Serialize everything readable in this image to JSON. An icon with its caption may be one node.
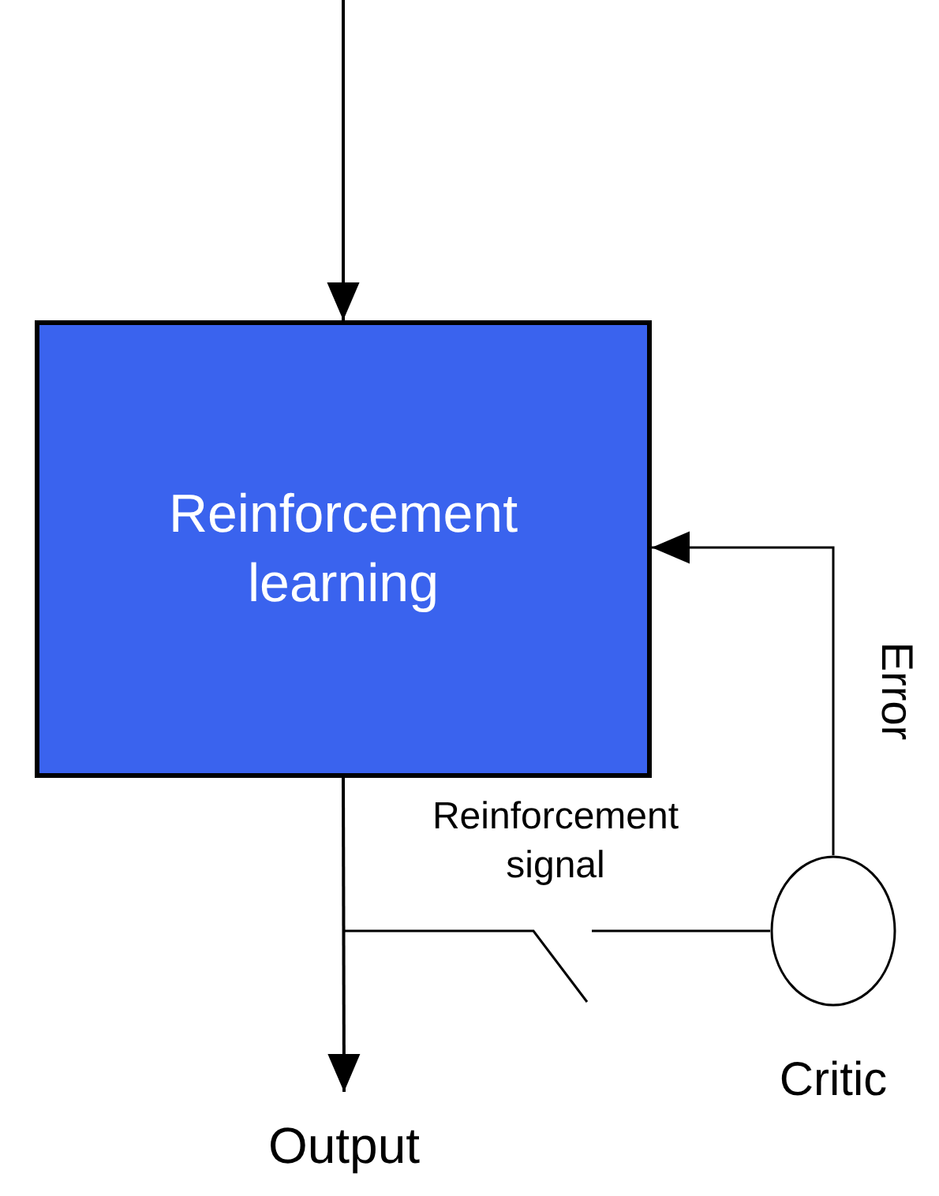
{
  "diagram": {
    "nodes": [
      {
        "text": [
          "Reinforcement learning"
        ]
      },
      {
        "text": [
          "Output"
        ]
      },
      {
        "text": [],
        "shape": "circle",
        "beside": [
          "Critic"
        ]
      }
    ],
    "edges": [
      {
        "from": null,
        "to": 0,
        "arrow": "to"
      },
      {
        "from": 0,
        "to": 1,
        "arrow": "to"
      },
      {
        "from": 2,
        "to": 0,
        "arrow": "to",
        "label": "Error"
      },
      {
        "from": 2,
        "to": null,
        "arrow": "none",
        "label": "Reinforcement signal"
      }
    ]
  }
}
